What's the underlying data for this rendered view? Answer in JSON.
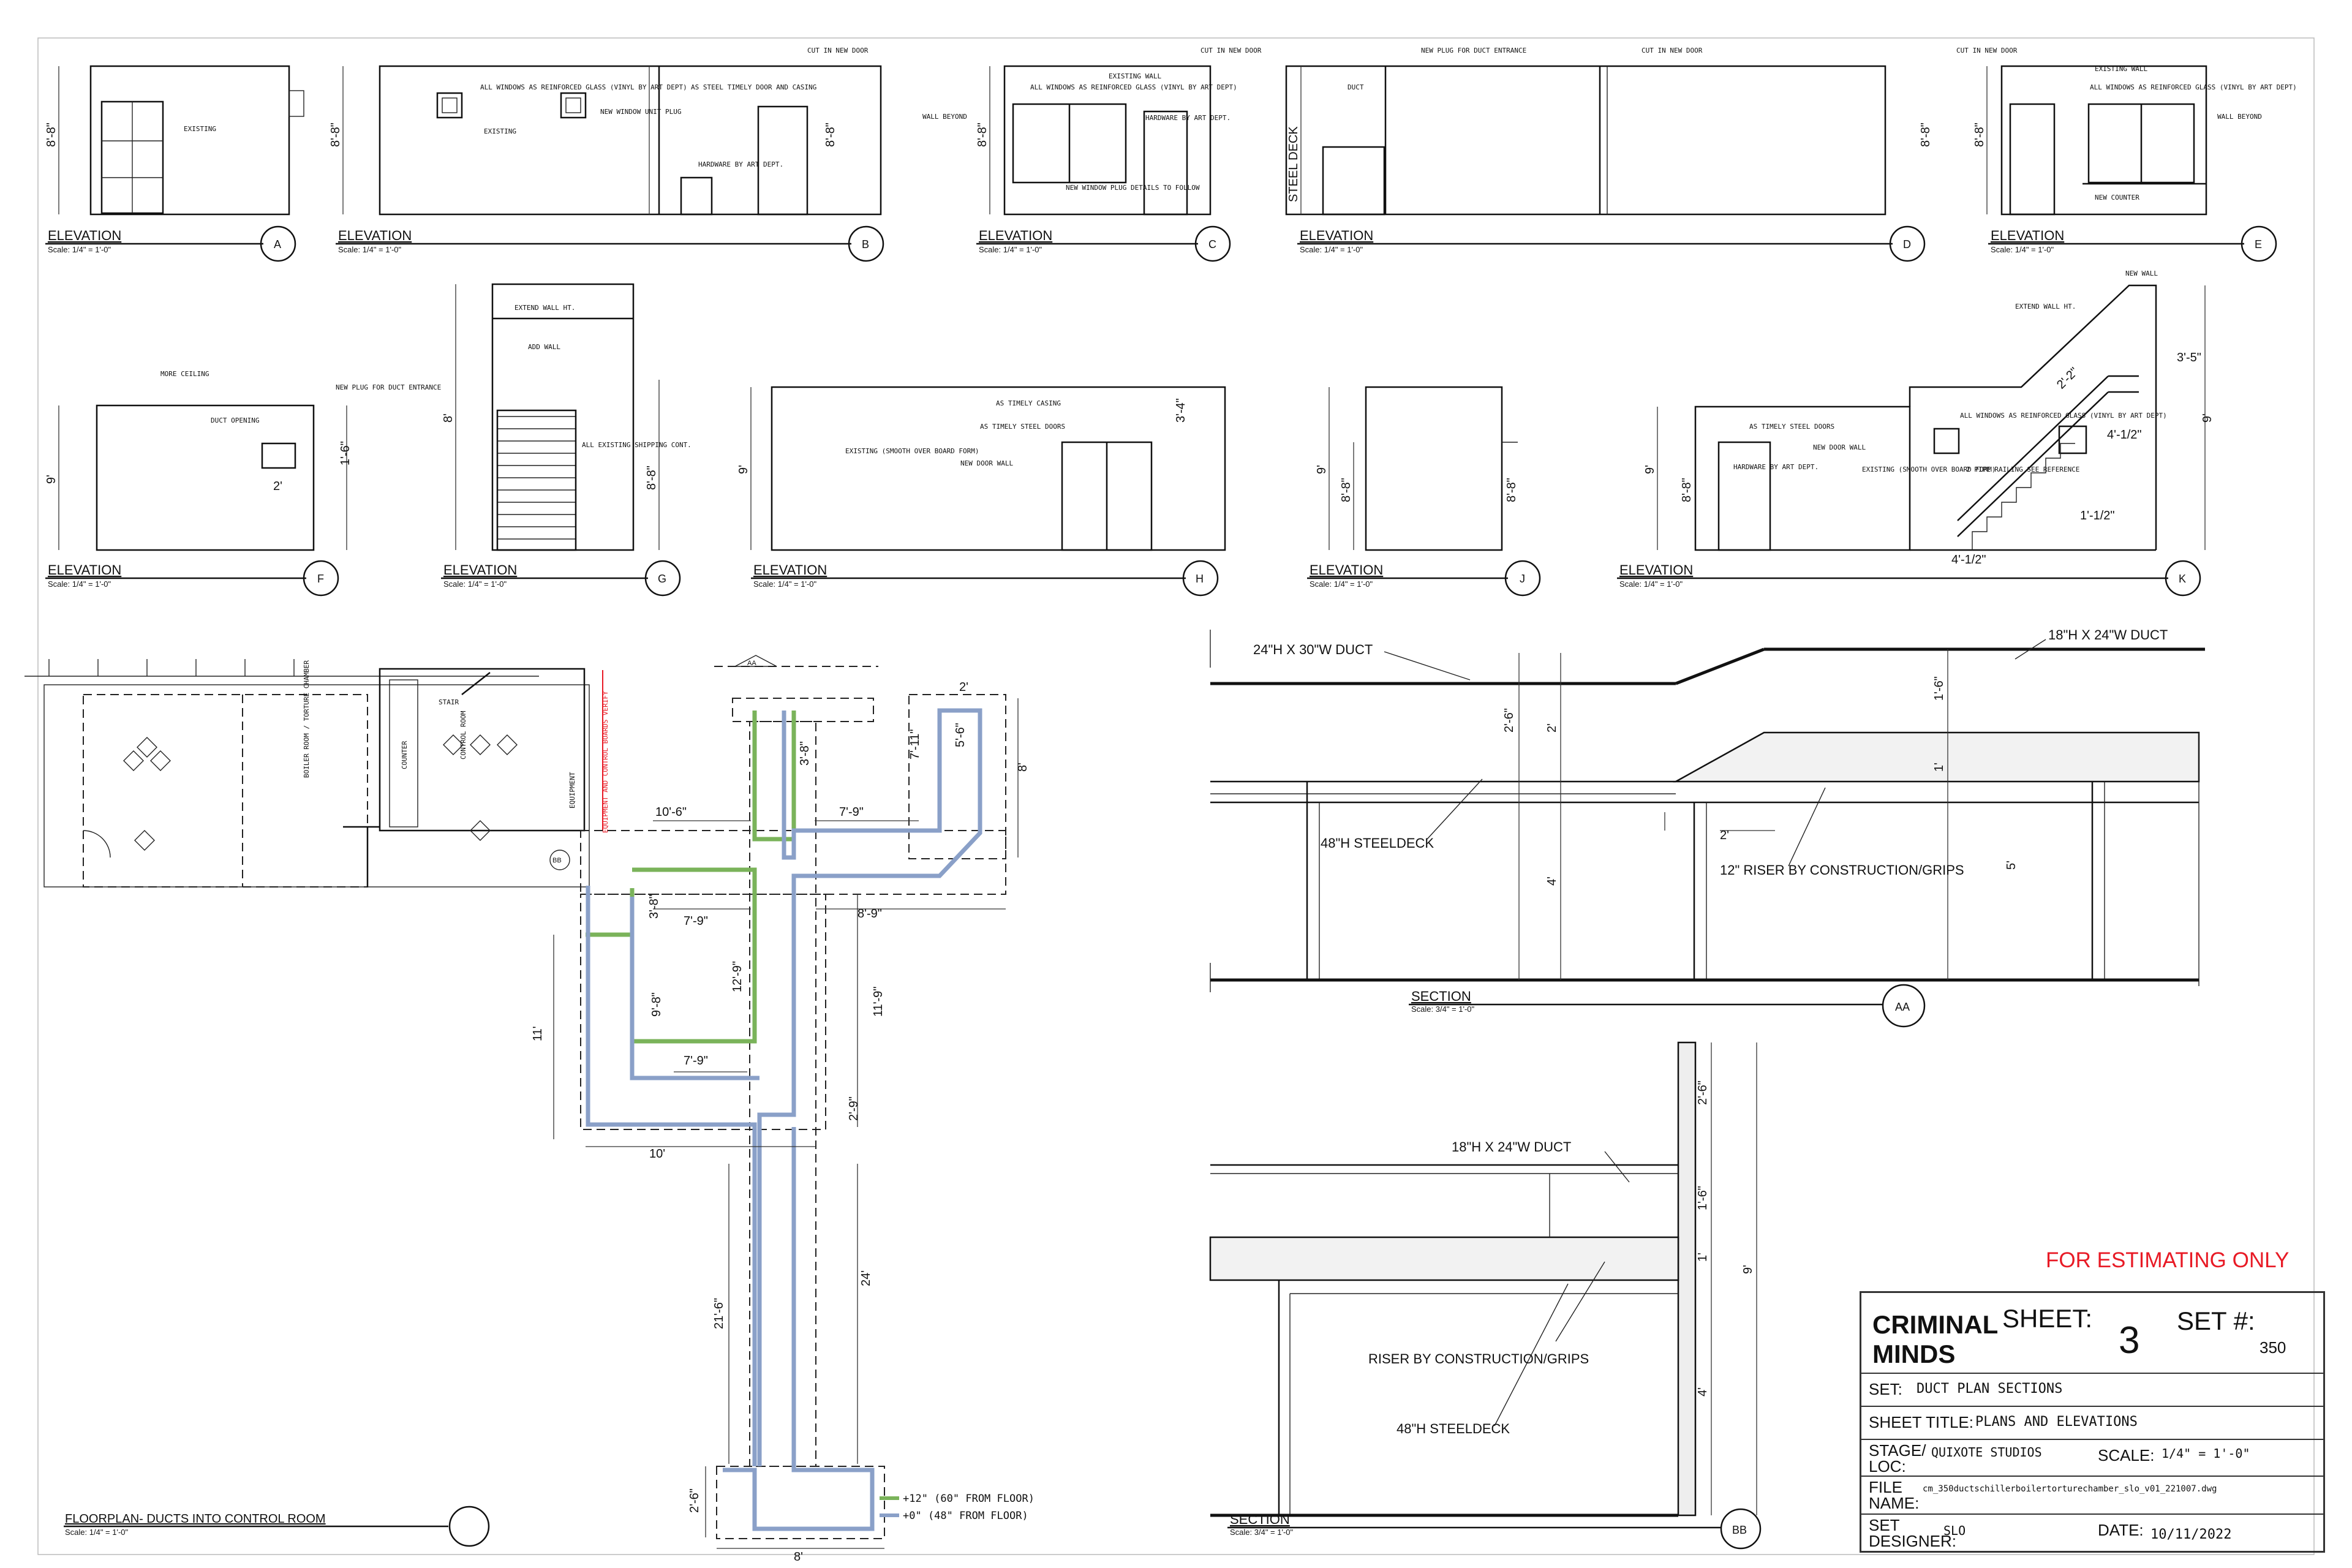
{
  "drawing": {
    "elevations": [
      {
        "id": "elev-a",
        "title": "ELEVATION",
        "scale": "Scale: 1/4\" = 1'-0\"",
        "tag": "A"
      },
      {
        "id": "elev-b",
        "title": "ELEVATION",
        "scale": "Scale: 1/4\" = 1'-0\"",
        "tag": "B"
      },
      {
        "id": "elev-c",
        "title": "ELEVATION",
        "scale": "Scale: 1/4\" = 1'-0\"",
        "tag": "C"
      },
      {
        "id": "elev-d",
        "title": "ELEVATION",
        "scale": "Scale: 1/4\" = 1'-0\"",
        "tag": "D"
      },
      {
        "id": "elev-e",
        "title": "ELEVATION",
        "scale": "Scale: 1/4\" = 1'-0\"",
        "tag": "E"
      },
      {
        "id": "elev-f",
        "title": "ELEVATION",
        "scale": "Scale: 1/4\" = 1'-0\"",
        "tag": "F"
      },
      {
        "id": "elev-g",
        "title": "ELEVATION",
        "scale": "Scale: 1/4\" = 1'-0\"",
        "tag": "G"
      },
      {
        "id": "elev-h",
        "title": "ELEVATION",
        "scale": "Scale: 1/4\" = 1'-0\"",
        "tag": "H"
      },
      {
        "id": "elev-j",
        "title": "ELEVATION",
        "scale": "Scale: 1/4\" = 1'-0\"",
        "tag": "J"
      },
      {
        "id": "elev-k",
        "title": "ELEVATION",
        "scale": "Scale: 1/4\" = 1'-0\"",
        "tag": "K"
      }
    ],
    "notes": {
      "existing": "EXISTING",
      "windows_reinforced": "ALL WINDOWS AS REINFORCED GLASS (VINYL BY ART DEPT)",
      "new_window_unit_plug": "NEW WINDOW UNIT PLUG",
      "steel_timely_door": "AS STEEL TIMELY DOOR AND CASING",
      "cut_new_door": "CUT IN NEW DOOR",
      "hardware_art": "HARDWARE BY ART DEPT.",
      "existing_wall": "EXISTING WALL",
      "wall_beyond": "WALL BEYOND",
      "new_window_plug_details": "NEW WINDOW PLUG DETAILS TO FOLLOW",
      "new_plug_duct": "NEW PLUG FOR DUCT ENTRANCE",
      "duct": "DUCT",
      "new_counter": "NEW COUNTER",
      "more_ceiling": "MORE CEILING",
      "duct_opening": "DUCT OPENING",
      "extend_wall": "EXTEND WALL HT.",
      "add_wall": "ADD WALL",
      "all_existing_shipping": "ALL EXISTING SHIPPING CONT.",
      "timely_casing": "AS TIMELY CASING",
      "timely_steel_doors": "AS TIMELY STEEL DOORS",
      "new_door_wall": "NEW DOOR WALL",
      "existing_smooth": "EXISTING (SMOOTH OVER BOARD FORM)",
      "new_wall": "NEW WALL",
      "pipe_railing": "2 PIPE RAILING SEE REFERENCE",
      "steel_deck": "STEEL DECK"
    },
    "dims": {
      "d_8_8": "8'-8\"",
      "d_9": "9'",
      "d_8": "8'",
      "d_3_4": "3'-4\"",
      "d_2": "2'",
      "d_1_6": "1'-6\"",
      "d_3_5": "3'-5\"",
      "d_2_2": "2'-2\"",
      "d_4_half": "4'-1/2\"",
      "d_1_half": "1'-1/2\""
    },
    "floorplan": {
      "title": "FLOORPLAN- DUCTS INTO CONTROL ROOM",
      "scale": "Scale: 1/4\" = 1'-0\"",
      "rooms": {
        "boiler": "BOILER ROOM / TORTURE CHAMBER",
        "control": "CONTROL ROOM",
        "counter": "COUNTER",
        "equipment": "EQUIPMENT",
        "stair": "STAIR"
      },
      "red_note": "EQUIPMENT AND CONTROL BOARDS VERIFY",
      "tag_bb": "BB",
      "tag_aa": "AA",
      "dims": {
        "d10_6": "10'-6\"",
        "d7_9": "7'-9\"",
        "d3_8": "3'-8\"",
        "d8_9": "8'-9\"",
        "d11_9": "11'-9\"",
        "d12_9": "12'-9\"",
        "d9_8": "9'-8\"",
        "d2_9": "2'-9\"",
        "d10": "10'",
        "d11": "11'",
        "d21_6": "21'-6\"",
        "d24": "24'",
        "d2_6": "2'-6\"",
        "d8": "8'",
        "d7_11": "7'-11\"",
        "d2": "2'",
        "d5_6": "5'-6\""
      },
      "legend": [
        {
          "label": "+12\" (60\" FROM FLOOR)",
          "color": "#7ab35a"
        },
        {
          "label": "+0\" (48\" FROM FLOOR)",
          "color": "#8aa0c8"
        }
      ]
    },
    "section_aa": {
      "title": "SECTION",
      "scale": "Scale: 3/4\" = 1'-0\"",
      "tag": "AA",
      "duct1": "24\"H X 30\"W DUCT",
      "duct2": "18\"H X 24\"W DUCT",
      "steeldeck": "48\"H STEELDECK",
      "riser": "12\" RISER BY CONSTRUCTION/GRIPS",
      "dims": {
        "a": "2'-6\"",
        "b": "2'",
        "c": "1'-6\"",
        "d": "1'",
        "e": "4'",
        "f": "5'",
        "g": "2'"
      }
    },
    "section_bb": {
      "title": "SECTION",
      "scale": "Scale: 3/4\" = 1'-0\"",
      "tag": "BB",
      "duct": "18\"H X 24\"W DUCT",
      "riser": "RISER BY CONSTRUCTION/GRIPS",
      "steeldeck": "48\"H STEELDECK",
      "dims": {
        "a": "2'-6\"",
        "b": "1'-6\"",
        "c": "1'",
        "d": "4'",
        "e": "9'"
      }
    }
  },
  "stamp": "FOR ESTIMATING ONLY",
  "titleblock": {
    "show": "CRIMINAL MINDS",
    "sheet_label": "SHEET:",
    "sheet_value": "3",
    "set_label": "SET #:",
    "set_value": "350",
    "set_row_label": "SET:",
    "set_row_value": "DUCT PLAN SECTIONS",
    "sheet_title_label": "SHEET TITLE:",
    "sheet_title_value": "PLANS AND ELEVATIONS",
    "stage_label": "STAGE/ LOC:",
    "stage_value": "QUIXOTE STUDIOS",
    "scale_label": "SCALE:",
    "scale_value": "1/4\" = 1'-0\"",
    "file_label": "FILE NAME:",
    "file_value": "cm_350ductschillerboilertorturechamber_slo_v01_221007.dwg",
    "designer_label": "SET DESIGNER:",
    "designer_value": "SLO",
    "date_label": "DATE:",
    "date_value": "10/11/2022"
  }
}
